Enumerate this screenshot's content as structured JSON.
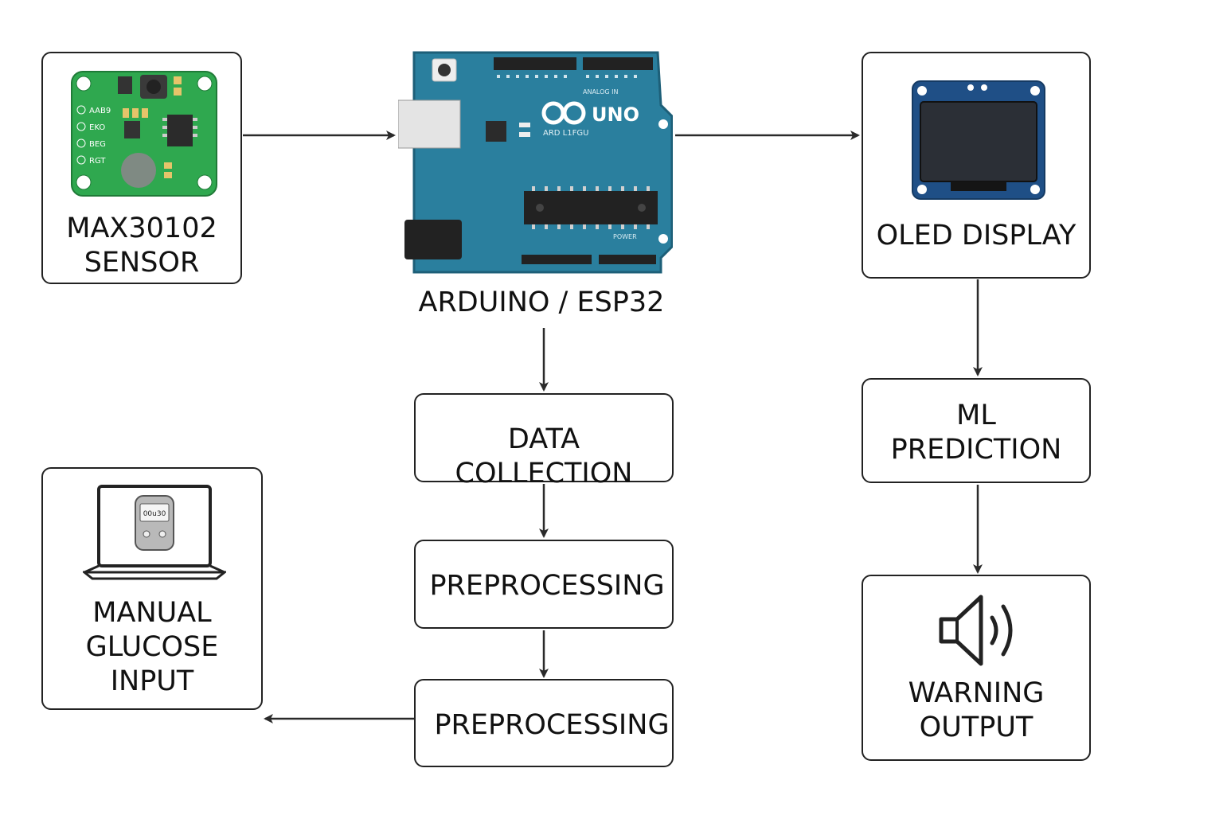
{
  "nodes": {
    "sensor": {
      "label": "MAX30102\nSENSOR",
      "pins": [
        "AAB9",
        "EKO",
        "BEG",
        "RGT"
      ]
    },
    "arduino": {
      "label": "ARDUINO / ESP32",
      "board_logo": "UNO",
      "board_subtext": "ARD L1FGU",
      "header_text_1": "ANALOG IN",
      "header_text_2": "POWER"
    },
    "oled": {
      "label": "OLED DISPLAY"
    },
    "data_collection": {
      "label": "DATA COLLECTION"
    },
    "preprocessing_1": {
      "label": "PREPROCESSING"
    },
    "preprocessing_2": {
      "label": "PREPROCESSING"
    },
    "manual_input": {
      "label": "MANUAL\nGLUCOSE\nINPUT",
      "meter_readout": "00u30"
    },
    "ml_prediction": {
      "label": "ML\nPREDICTION"
    },
    "warning_output": {
      "label": "WARNING\nOUTPUT"
    }
  },
  "edges": [
    {
      "from": "sensor",
      "to": "arduino"
    },
    {
      "from": "arduino",
      "to": "oled"
    },
    {
      "from": "arduino",
      "to": "data_collection"
    },
    {
      "from": "data_collection",
      "to": "preprocessing_1"
    },
    {
      "from": "preprocessing_1",
      "to": "preprocessing_2"
    },
    {
      "from": "preprocessing_2",
      "to": "manual_input"
    },
    {
      "from": "oled",
      "to": "ml_prediction"
    },
    {
      "from": "ml_prediction",
      "to": "warning_output"
    }
  ],
  "colors": {
    "line": "#2a2a2a",
    "pcb_green": "#2fa84f",
    "arduino_blue": "#2a7f9e",
    "oled_blue": "#1f4f86",
    "screen_dark": "#2b2f36"
  },
  "icons": [
    "max30102-sensor-board-icon",
    "arduino-uno-board-icon",
    "oled-module-icon",
    "laptop-icon",
    "glucose-meter-icon",
    "speaker-icon"
  ]
}
